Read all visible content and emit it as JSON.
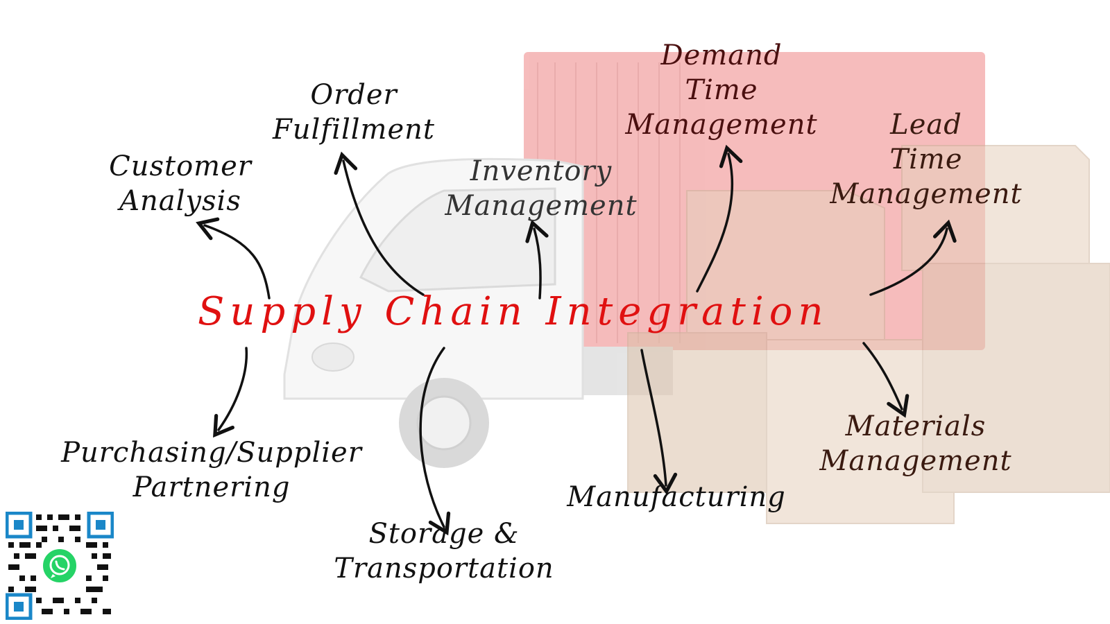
{
  "title": "Supply Chain Integration",
  "nodes": {
    "customer_analysis": [
      "Customer",
      "Analysis"
    ],
    "order_fulfillment": [
      "Order",
      "Fulfillment"
    ],
    "inventory_management": [
      "Inventory",
      "Management"
    ],
    "demand_time_management": [
      "Demand",
      "Time",
      "Management"
    ],
    "lead_time_management": [
      "Lead",
      "Time",
      "Management"
    ],
    "materials_management": [
      "Materials",
      "Management"
    ],
    "manufacturing": [
      "Manufacturing"
    ],
    "storage_transportation": [
      "Storage &",
      "Transportation"
    ],
    "purchasing_supplier_partnering": [
      "Purchasing/Supplier",
      "Partnering"
    ]
  },
  "colors": {
    "title": "#e01010",
    "text": "#111111",
    "truck_box": "#ee8585",
    "boxes": "#e6d0bd",
    "whatsapp": "#25d366",
    "qr_frame": "#1a87c8"
  },
  "icons": {
    "qr": "qr-code-icon",
    "whatsapp": "whatsapp-icon"
  }
}
